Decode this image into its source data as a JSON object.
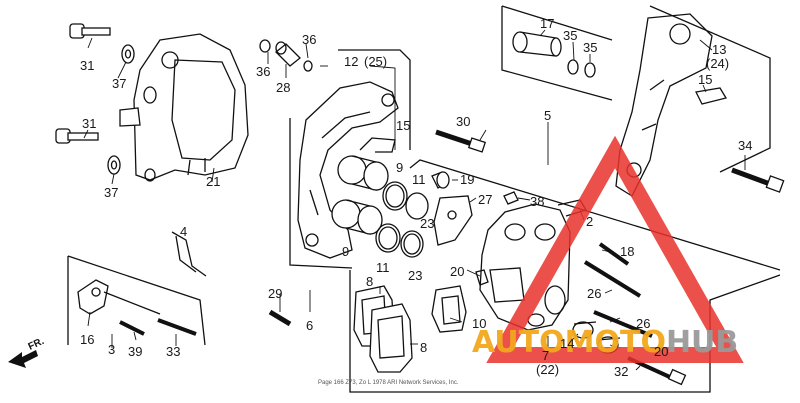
{
  "diagram": {
    "part_labels": [
      {
        "id": "p31a",
        "text": "31"
      },
      {
        "id": "p37a",
        "text": "37"
      },
      {
        "id": "p31b",
        "text": "31"
      },
      {
        "id": "p37b",
        "text": "37"
      },
      {
        "id": "p21",
        "text": "21"
      },
      {
        "id": "p36a",
        "text": "36"
      },
      {
        "id": "p36b",
        "text": "36"
      },
      {
        "id": "p28",
        "text": "28"
      },
      {
        "id": "p12",
        "text": "12"
      },
      {
        "id": "p25",
        "text": "(25)"
      },
      {
        "id": "p15a",
        "text": "15"
      },
      {
        "id": "p30",
        "text": "30"
      },
      {
        "id": "p17",
        "text": "17"
      },
      {
        "id": "p35a",
        "text": "35"
      },
      {
        "id": "p35b",
        "text": "35"
      },
      {
        "id": "p13",
        "text": "13"
      },
      {
        "id": "p24",
        "text": "(24)"
      },
      {
        "id": "p15b",
        "text": "15"
      },
      {
        "id": "p5",
        "text": "5"
      },
      {
        "id": "p34",
        "text": "34"
      },
      {
        "id": "p9a",
        "text": "9"
      },
      {
        "id": "p11a",
        "text": "11"
      },
      {
        "id": "p19",
        "text": "19"
      },
      {
        "id": "p27",
        "text": "27"
      },
      {
        "id": "p38",
        "text": "38"
      },
      {
        "id": "p2",
        "text": "2"
      },
      {
        "id": "p23a",
        "text": "23"
      },
      {
        "id": "p9b",
        "text": "9"
      },
      {
        "id": "p11b",
        "text": "11"
      },
      {
        "id": "p23b",
        "text": "23"
      },
      {
        "id": "p4",
        "text": "4"
      },
      {
        "id": "p18",
        "text": "18"
      },
      {
        "id": "p20a",
        "text": "20"
      },
      {
        "id": "p26a",
        "text": "26"
      },
      {
        "id": "p8a",
        "text": "8"
      },
      {
        "id": "p29",
        "text": "29"
      },
      {
        "id": "p6",
        "text": "6"
      },
      {
        "id": "p10",
        "text": "10"
      },
      {
        "id": "p26b",
        "text": "26"
      },
      {
        "id": "p16",
        "text": "16"
      },
      {
        "id": "p3",
        "text": "3"
      },
      {
        "id": "p39",
        "text": "39"
      },
      {
        "id": "p33",
        "text": "33"
      },
      {
        "id": "p8b",
        "text": "8"
      },
      {
        "id": "p14",
        "text": "14"
      },
      {
        "id": "p7",
        "text": "7"
      },
      {
        "id": "p22",
        "text": "(22)"
      },
      {
        "id": "p20b",
        "text": "20"
      },
      {
        "id": "p32",
        "text": "32"
      }
    ],
    "front_marker": "FR.",
    "copyright_line": "Page 166 Z73, Zo L 1978 ARI Network Services, Inc."
  },
  "watermark": {
    "prefix": "AUTOMOTO",
    "suffix": "HUB",
    "color_triangle": "#e8332a",
    "color_text": "#f2a81d",
    "color_suffix": "#9a9a9a"
  }
}
